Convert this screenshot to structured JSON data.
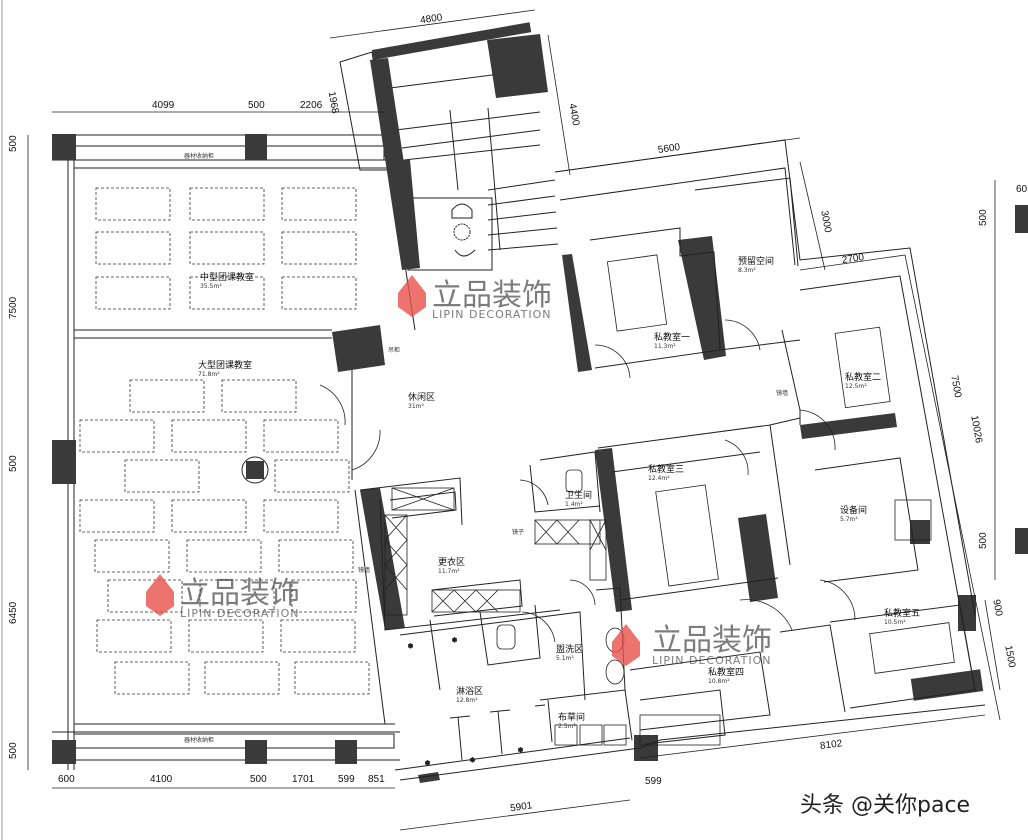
{
  "dimensions": {
    "top_4800": "4800",
    "top_4099": "4099",
    "top_500": "500",
    "top_2206": "2206",
    "top_1968": "1968",
    "stair_4400": "4400",
    "top_5600": "5600",
    "right_3000": "3000",
    "right_2700": "2700",
    "right_7500": "7500",
    "right_10026": "10026",
    "right_900": "900",
    "right_1500": "1500",
    "bottom_8102": "8102",
    "bottom_599": "599",
    "bottom_5901": "5901",
    "bot_600": "600",
    "bot_4100": "4100",
    "bot_500": "500",
    "bot_1701": "1701",
    "bot_599": "599",
    "bot_851": "851",
    "left_500_top": "500",
    "left_7500": "7500",
    "left_500_mid": "500",
    "left_6450": "6450",
    "left_500_bot": "500",
    "far_right_500_top": "500",
    "far_right_500_bot": "500",
    "far_right_60": "60"
  },
  "rooms": {
    "medium_group": {
      "name": "中型团课教室",
      "area": "35.5m²"
    },
    "large_group": {
      "name": "大型团课教室",
      "area": "71.8m²"
    },
    "lounge": {
      "name": "休闲区",
      "area": "31m²"
    },
    "private1": {
      "name": "私教室一",
      "area": "11.3m²"
    },
    "reserve": {
      "name": "预留空间",
      "area": "8.3m²"
    },
    "private2": {
      "name": "私教室二",
      "area": "12.5m²"
    },
    "private3": {
      "name": "私教室三",
      "area": "12.4m²"
    },
    "toilet": {
      "name": "卫生间",
      "area": "1.4m²"
    },
    "locker": {
      "name": "更衣区",
      "area": "11.7m²"
    },
    "equipment": {
      "name": "设备间",
      "area": "5.7m²"
    },
    "wash": {
      "name": "盥洗区",
      "area": "5.1m²"
    },
    "shower": {
      "name": "淋浴区",
      "area": "12.8m²"
    },
    "linen": {
      "name": "布草间",
      "area": "2.5m²"
    },
    "private4": {
      "name": "私教室四",
      "area": "10.8m²"
    },
    "private5": {
      "name": "私教室五",
      "area": "10.5m²"
    }
  },
  "notes": {
    "equipment_rack_top": "器材收纳柜",
    "equipment_rack_bottom": "器材收纳柜",
    "mirror_lounge": "吊柜",
    "mirror_right": "镜墙",
    "mirror_locker": "镜子",
    "mirror_large": "镜墙"
  },
  "watermark": {
    "cn": "立品装饰",
    "en": "LIPIN DECORATION"
  },
  "credit": "头条 @关你pace",
  "colors": {
    "wall": "#3a3a3a",
    "line": "#222222",
    "logo": "#e8514a"
  }
}
